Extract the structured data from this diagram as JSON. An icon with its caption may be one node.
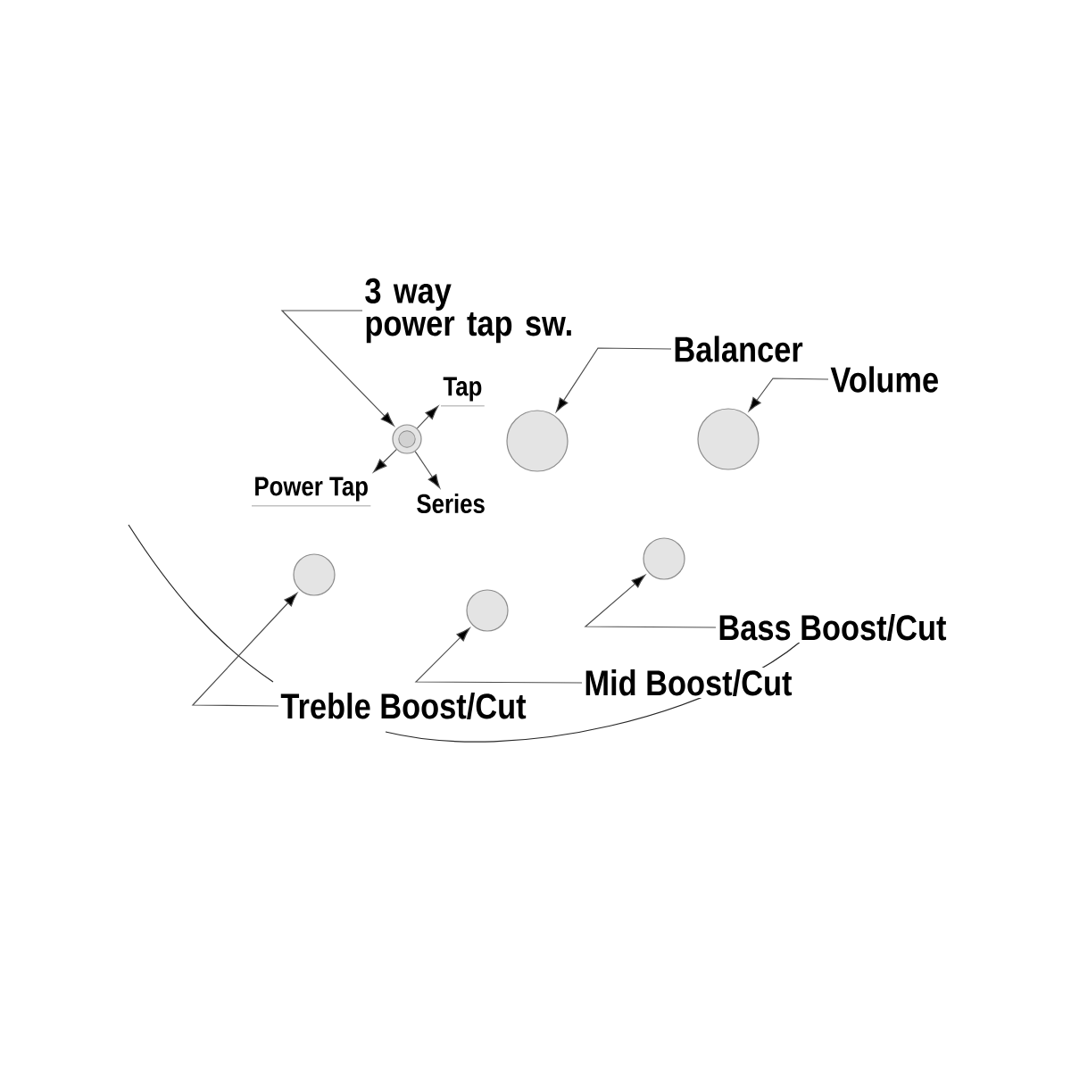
{
  "diagram": {
    "nodes": [
      {
        "text": [
          "3 way power tap sw."
        ]
      },
      {
        "text": [],
        "shape": "circle"
      },
      {
        "text": [
          "Tap"
        ]
      },
      {
        "text": [
          "Power Tap"
        ]
      },
      {
        "text": [
          "Series"
        ]
      },
      {
        "text": [
          "Balancer"
        ]
      },
      {
        "text": [],
        "shape": "circle"
      },
      {
        "text": [
          "Volume"
        ]
      },
      {
        "text": [],
        "shape": "circle"
      },
      {
        "text": [
          "Treble Boost/Cut"
        ]
      },
      {
        "text": [],
        "shape": "circle"
      },
      {
        "text": [
          "Mid Boost/Cut"
        ]
      },
      {
        "text": [],
        "shape": "circle"
      },
      {
        "text": [
          "Bass Boost/Cut"
        ]
      },
      {
        "text": [],
        "shape": "circle"
      }
    ],
    "edges": [
      {
        "from": 0,
        "to": 1,
        "arrow": "to"
      },
      {
        "from": 1,
        "to": 2,
        "arrow": "to"
      },
      {
        "from": 1,
        "to": 3,
        "arrow": "to"
      },
      {
        "from": 1,
        "to": 4,
        "arrow": "to"
      },
      {
        "from": 5,
        "to": 6,
        "arrow": "to"
      },
      {
        "from": 7,
        "to": 8,
        "arrow": "to"
      },
      {
        "from": 9,
        "to": 10,
        "arrow": "to"
      },
      {
        "from": 11,
        "to": 12,
        "arrow": "to"
      },
      {
        "from": 13,
        "to": 14,
        "arrow": "to"
      }
    ]
  }
}
